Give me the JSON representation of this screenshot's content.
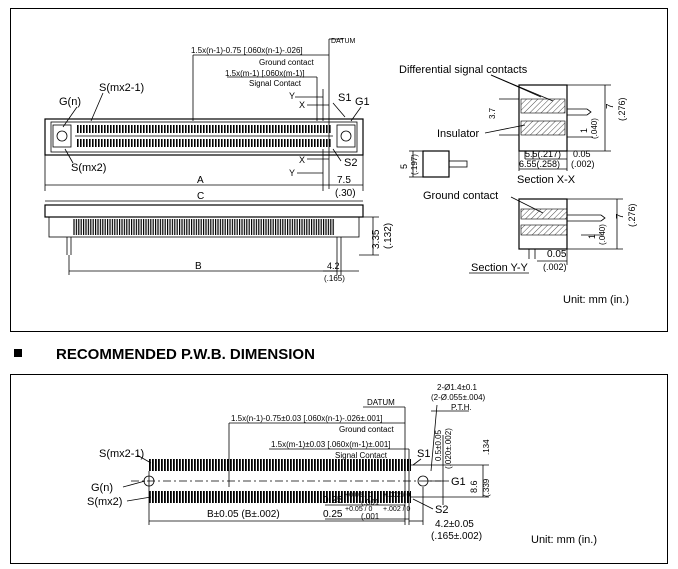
{
  "top": {
    "datum": "DATUM",
    "dim_ground_pitch": "1.5x(n-1)-0.75 [.060x(n-1)-.026]",
    "ground_contact": "Ground contact",
    "dim_signal_pitch": "1.5x(m-1) [.060x(m-1)]",
    "signal_contact": "Signal Contact",
    "label_y": "Y",
    "label_x": "X",
    "label_s1": "S1",
    "label_g1": "G1",
    "label_s2": "S2",
    "label_gn": "G(n)",
    "label_smx2_1": "S(mx2-1)",
    "label_smx2": "S(mx2)",
    "dim_a": "A",
    "dim_7_5": "7.5",
    "dim_30": "(.30)",
    "dim_c": "C",
    "dim_3_35": "3.35",
    "dim_132": "(.132)",
    "dim_b": "B",
    "dim_4_2": "4.2",
    "dim_165": "(.165)",
    "diff_signal": "Differential signal contacts",
    "insulator": "Insulator",
    "dim_5": "5",
    "dim_197": "(.197)",
    "dim_7": "7",
    "dim_276": "(.276)",
    "dim_1": "1",
    "dim_040": "(.040)",
    "dim_5_5": "5.5(.217)",
    "dim_6_55": "6.55(.258)",
    "dim_0_05": "0.05",
    "dim_002": "(.002)",
    "dim_3_7": "3.7",
    "section_xx": "Section X-X",
    "ground_contact_label": "Ground contact",
    "dim_7b": "7",
    "dim_276b": "(.276)",
    "dim_1b": "1",
    "dim_040b": "(.040)",
    "dim_0_05b": "0.05",
    "dim_002b": "(.002)",
    "section_yy": "Section Y-Y",
    "unit": "Unit: mm (in.)"
  },
  "heading": "RECOMMENDED P.W.B. DIMENSION",
  "bottom": {
    "holes": "2-Ø1.4±0.1",
    "holes_in": "(2-Ø.055±.004)",
    "pth": "P.T.H.",
    "datum": "DATUM",
    "dim_ground_pitch": "1.5x(n-1)-0.75±0.03 [.060x(n-1)-.026±.001]",
    "ground_contact": "Ground contact",
    "dim_signal_pitch": "1.5x(m-1)±0.03 [.060x(m-1)±.001]",
    "signal_contact": "Signal Contact",
    "label_smx2_1": "S(mx2-1)",
    "label_gn": "G(n)",
    "label_smx2": "S(mx2)",
    "label_s1": "S1",
    "label_g1": "G1",
    "label_s2": "S2",
    "dim_0_5": "0.5±0.05",
    "dim_020": "(.020±.002)",
    "dim_8_6": "8.6",
    "dim_339": "(.339",
    "dim_134": ".134",
    "dim_b": "B±0.05 (B±.002)",
    "dim_0_25a": "0.25",
    "dim_0_25a_tol": "+0.05 / 0",
    "dim_0_25a_in": "(.001",
    "dim_0_25a_in_tol": "+.002 / 0",
    "dim_0_25b": "0.25",
    "dim_0_25b_tol": "+0.05 / 0",
    "dim_0_25b_in": "(.001",
    "dim_0_25b_in_tol": "+.002 / 0",
    "dim_4_2": "4.2±0.05",
    "dim_165": "(.165±.002)",
    "unit": "Unit: mm (in.)"
  }
}
